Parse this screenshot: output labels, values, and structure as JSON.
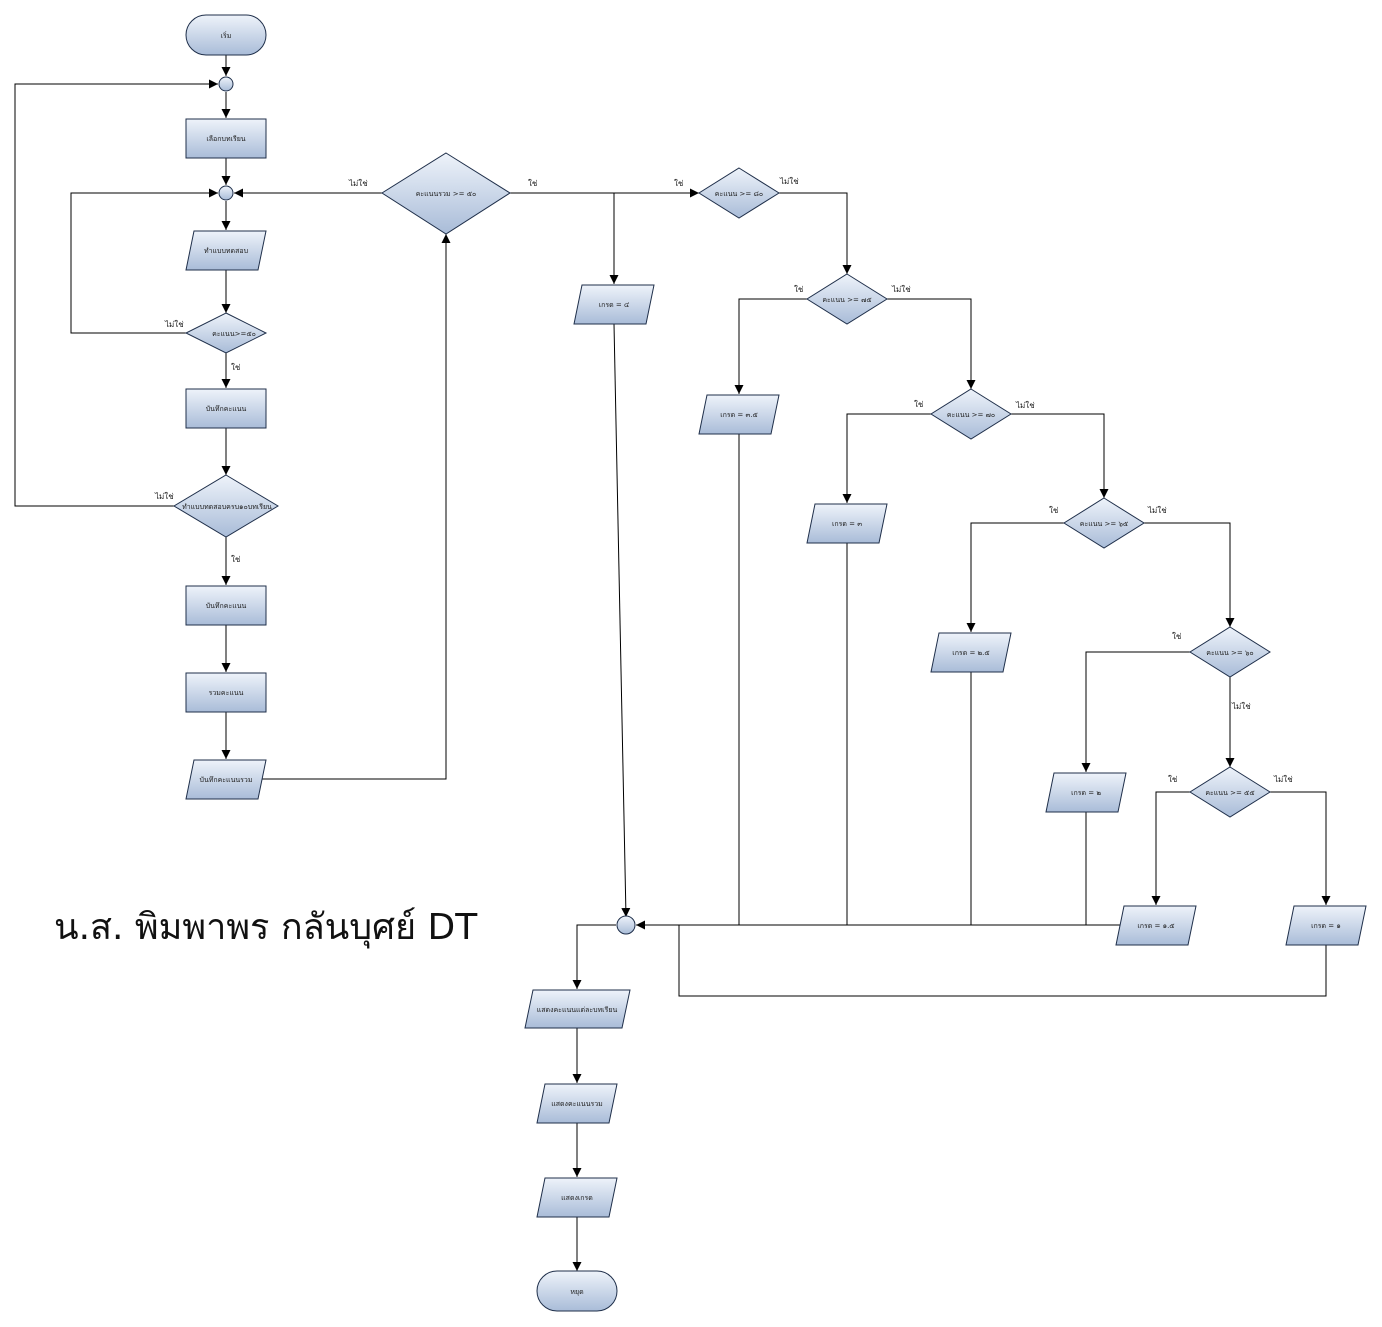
{
  "author": "น.ส. พิมพาพร กลันบุศย์ DT",
  "colors": {
    "shape_fill_top": "#eef3fa",
    "shape_fill_bottom": "#a9bcd8",
    "shape_stroke": "#1f2f4a",
    "line": "#000000"
  },
  "nodes": {
    "start": "เริ่ม",
    "select_lesson": "เลือกบทเรียน",
    "do_test": "ทำแบบทดสอบ",
    "check_score": "คะแนน>=๕๐",
    "save_score_1": "บันทึกคะแนน",
    "check_all_lessons": "ทำแบบทดสอบครบ๑๐บทเรียน",
    "save_score_2": "บันทึกคะแนน",
    "sum_score": "รวมคะแนน",
    "save_total": "บันทึกคะแนนรวม",
    "check_total": "คะแนนรวม >= ๕๐",
    "check_80": "คะแนน >= ๘๐",
    "grade_4": "เกรด = ๔",
    "check_75": "คะแนน >= ๗๕",
    "grade_3_5": "เกรด = ๓.๕",
    "check_70": "คะแนน >= ๗๐",
    "grade_3": "เกรด = ๓",
    "check_65": "คะแนน >= ๖๕",
    "grade_2_5": "เกรด = ๒.๕",
    "check_60": "คะแนน >= ๖๐",
    "grade_2": "เกรด = ๒",
    "check_55": "คะแนน >= ๕๕",
    "grade_1_5": "เกรด = ๑.๕",
    "grade_1": "เกรด = ๑",
    "show_lesson_scores": "แสดงคะแนนแต่ละบทเรียน",
    "show_total": "แสดงคะแนนรวม",
    "show_grade": "แสดงเกรด",
    "stop": "หยุด"
  },
  "edge_labels": {
    "yes": "ใช่",
    "no": "ไม่ใช่"
  }
}
